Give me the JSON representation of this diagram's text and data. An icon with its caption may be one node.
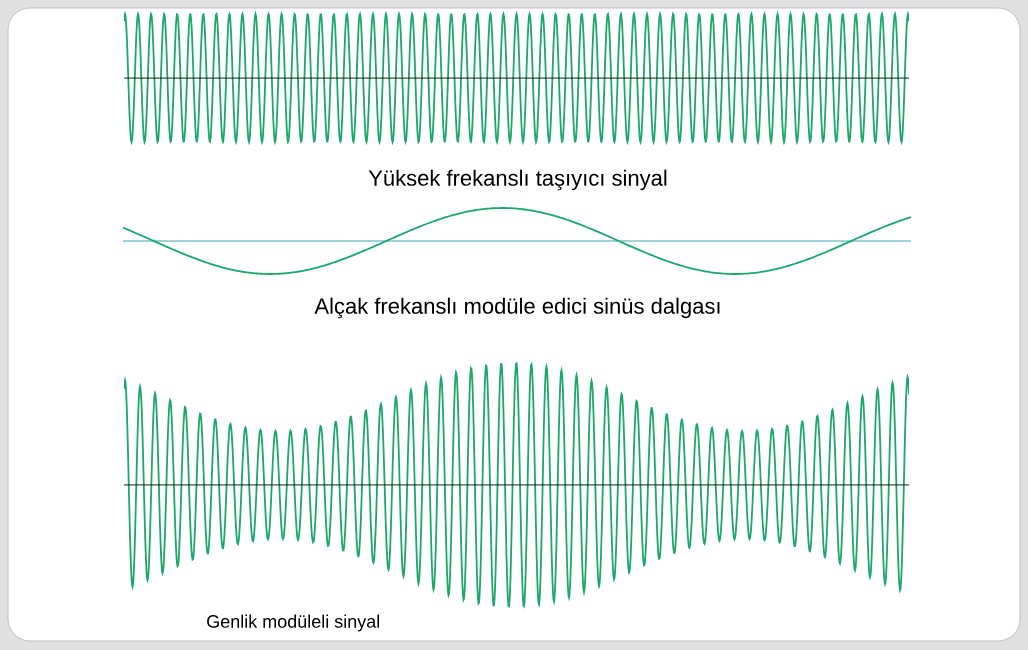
{
  "diagram": {
    "labels": [
      "Yüksek frekanslı taşıyıcı sinyal",
      "Alçak frekanslı modüle edici sinüs dalgası",
      "Genlik modüleli sinyal"
    ]
  }
}
